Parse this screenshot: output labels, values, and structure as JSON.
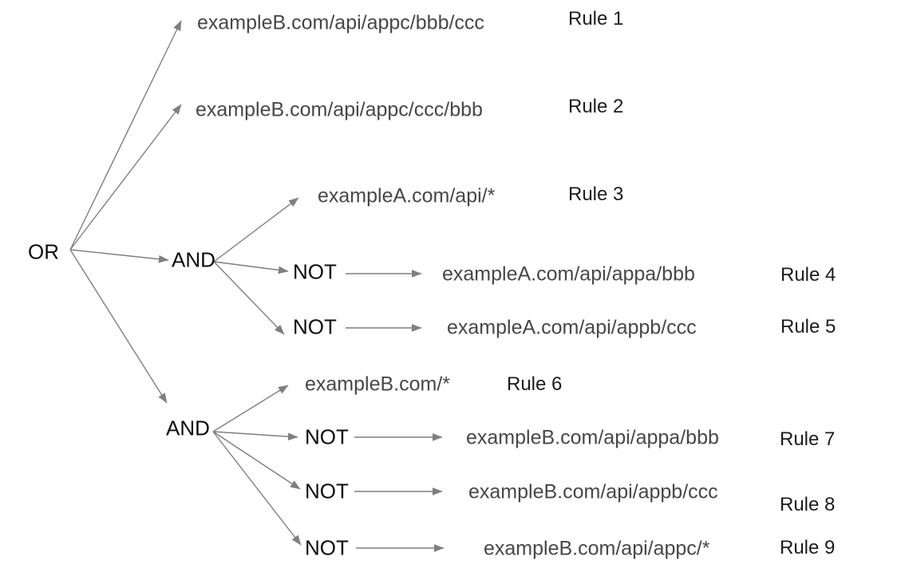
{
  "diagram_title": "url-rule-logic-tree",
  "colors": {
    "background": "#ffffff",
    "arrow": "#7f7f7f",
    "url_text": "#474747",
    "rule_text": "#1c1c1c",
    "operator_text": "#0d0d0d"
  },
  "operators": {
    "or": "OR",
    "and": "AND",
    "not": "NOT"
  },
  "rules": [
    {
      "label": "Rule 1",
      "url": "exampleB.com/api/appc/bbb/ccc"
    },
    {
      "label": "Rule 2",
      "url": "exampleB.com/api/appc/ccc/bbb"
    },
    {
      "label": "Rule 3",
      "url": "exampleA.com/api/*"
    },
    {
      "label": "Rule 4",
      "url": "exampleA.com/api/appa/bbb"
    },
    {
      "label": "Rule 5",
      "url": "exampleA.com/api/appb/ccc"
    },
    {
      "label": "Rule 6",
      "url": "exampleB.com/*"
    },
    {
      "label": "Rule 7",
      "url": "exampleB.com/api/appa/bbb"
    },
    {
      "label": "Rule 8",
      "url": "exampleB.com/api/appb/ccc"
    },
    {
      "label": "Rule 9",
      "url": "exampleB.com/api/appc/*"
    }
  ],
  "tree": {
    "root": "OR",
    "children": [
      {
        "rule": "Rule 1"
      },
      {
        "rule": "Rule 2"
      },
      {
        "operator": "AND",
        "children": [
          {
            "rule": "Rule 3"
          },
          {
            "operator": "NOT",
            "rule": "Rule 4"
          },
          {
            "operator": "NOT",
            "rule": "Rule 5"
          }
        ]
      },
      {
        "operator": "AND",
        "children": [
          {
            "rule": "Rule 6"
          },
          {
            "operator": "NOT",
            "rule": "Rule 7"
          },
          {
            "operator": "NOT",
            "rule": "Rule 8"
          },
          {
            "operator": "NOT",
            "rule": "Rule 9"
          }
        ]
      }
    ]
  }
}
